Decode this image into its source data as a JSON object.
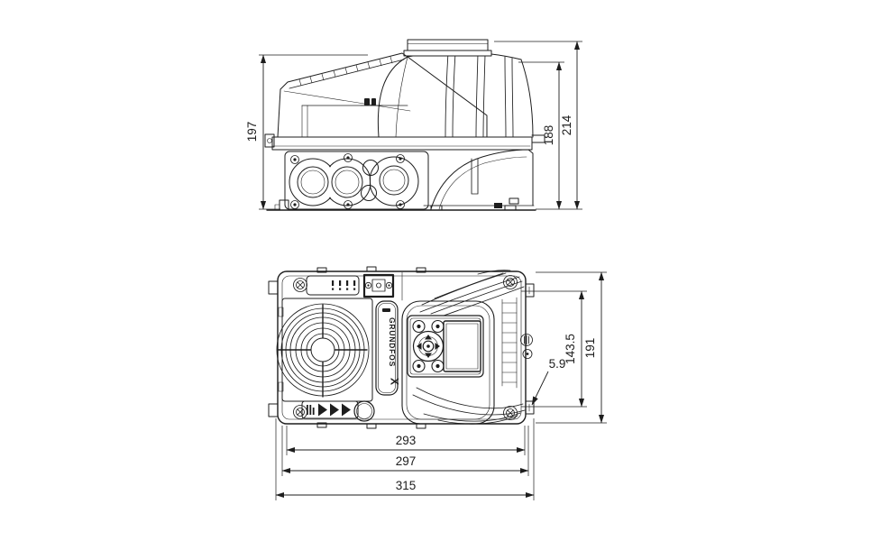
{
  "colors": {
    "line": "#1d1d1d",
    "background": "#ffffff"
  },
  "side_view": {
    "dims": {
      "height_base_to_cover_top": "197",
      "height_base_to_motor_top": "188",
      "height_base_to_duct_top": "214"
    }
  },
  "top_view": {
    "dims": {
      "width_overall": "191",
      "mount_hole_spacing": "143.5",
      "mount_hole_size": "5.9",
      "length_housing": "293",
      "length_mid": "297",
      "length_overall": "315"
    },
    "logo": {
      "text": "GRUNDFOS",
      "mark": "X"
    }
  }
}
